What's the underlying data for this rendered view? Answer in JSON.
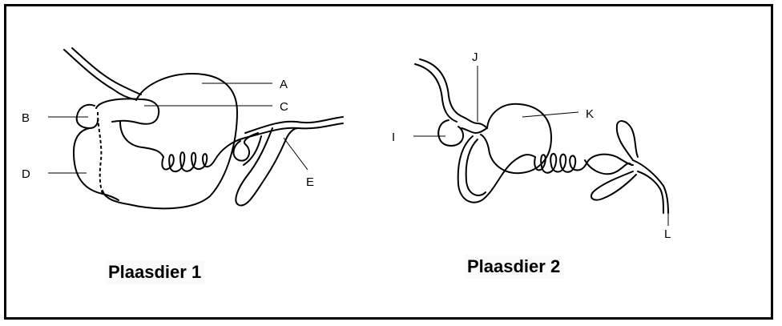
{
  "diagram": {
    "labels_left": {
      "A": "A",
      "B": "B",
      "C": "C",
      "D": "D",
      "E": "E"
    },
    "labels_right": {
      "I": "I",
      "J": "J",
      "K": "K",
      "L": "L"
    },
    "caption_1": "Plaasdier 1",
    "caption_2": "Plaasdier 2"
  }
}
